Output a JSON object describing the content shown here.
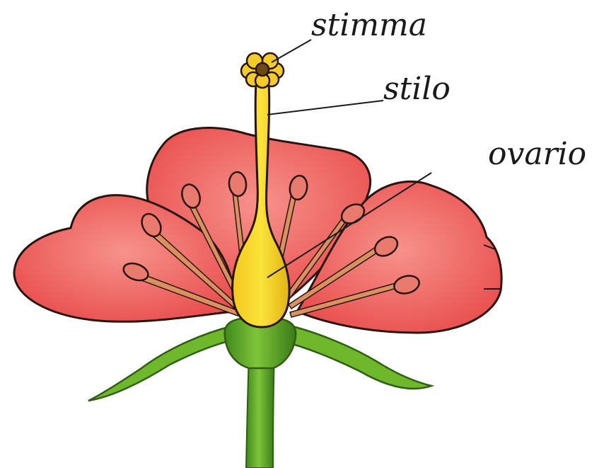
{
  "labels": {
    "stigma": "stimma",
    "style": "stilo",
    "ovary": "ovario"
  },
  "colors": {
    "petal": "#ec5a5a",
    "petal_light": "#f58a84",
    "outline": "#2a1410",
    "pistil": "#f6d624",
    "pistil_shade": "#e8b817",
    "filament": "#d98a5a",
    "anther": "#e8756a",
    "sepal": "#6fb82c",
    "sepal_dark": "#3f7d1c",
    "stem": "#6bb52c"
  }
}
